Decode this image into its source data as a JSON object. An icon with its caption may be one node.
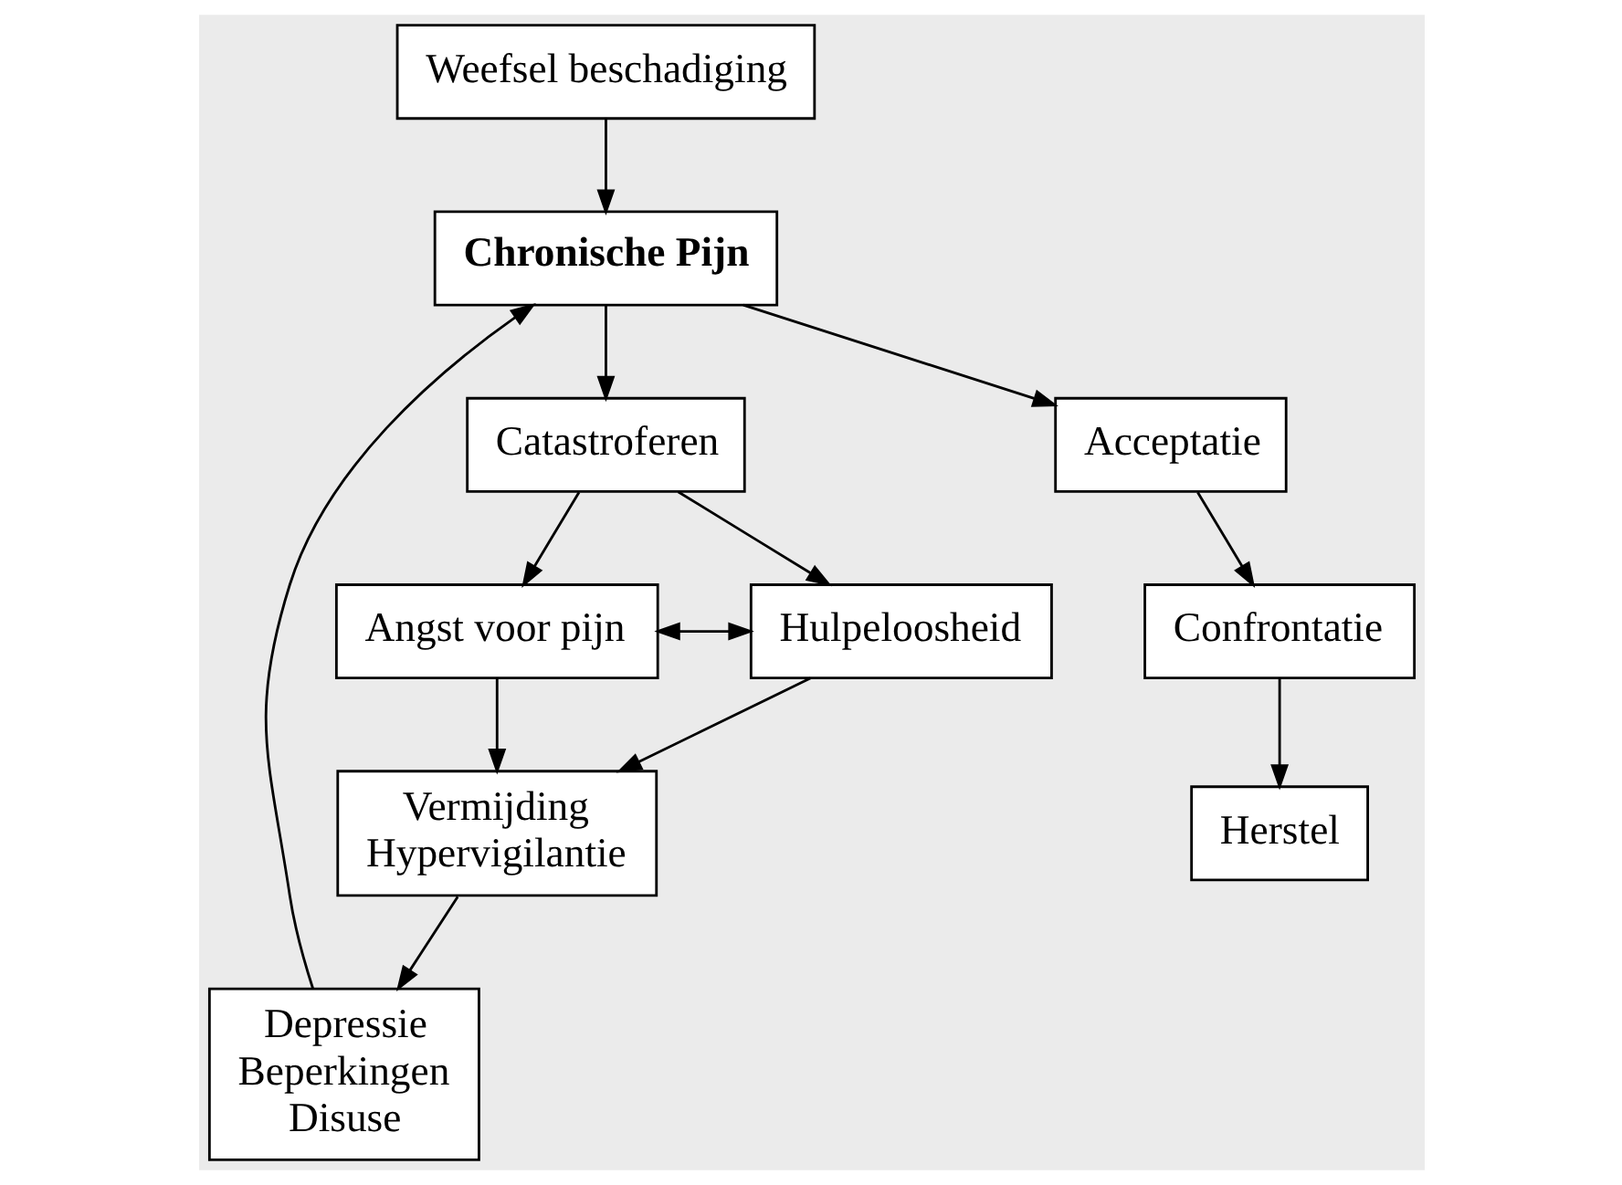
{
  "diagram": {
    "nodes": [
      {
        "text": [
          "Weefsel beschadiging"
        ]
      },
      {
        "text": [
          "Depressie",
          "Beperkingen",
          "Disuse"
        ]
      },
      {
        "text": [
          "Vermijding",
          "Hypervigilantie"
        ]
      },
      {
        "text": [
          "Chronische Pijn"
        ]
      },
      {
        "text": [
          "Herstel"
        ]
      },
      {
        "text": [
          "Angst voor pijn"
        ]
      },
      {
        "text": [
          "Hulpeloosheid"
        ]
      },
      {
        "text": [
          "Confrontatie"
        ]
      },
      {
        "text": [
          "Catastroferen"
        ]
      },
      {
        "text": [
          "Acceptatie"
        ]
      }
    ],
    "edges": [
      {
        "from": 0,
        "to": 3,
        "arrow": "to"
      },
      {
        "from": 1,
        "to": 3,
        "arrow": "to"
      },
      {
        "from": 3,
        "to": 8,
        "arrow": "to"
      },
      {
        "from": 3,
        "to": 9,
        "arrow": "to"
      },
      {
        "from": 9,
        "to": 7,
        "arrow": "to"
      },
      {
        "from": 7,
        "to": 4,
        "arrow": "to"
      },
      {
        "from": 8,
        "to": 5,
        "arrow": "to"
      },
      {
        "from": 8,
        "to": 6,
        "arrow": "to"
      },
      {
        "from": 5,
        "to": 6,
        "arrow": "both"
      },
      {
        "from": 5,
        "to": 2,
        "arrow": "to"
      },
      {
        "from": 6,
        "to": 2,
        "arrow": "to"
      },
      {
        "from": 2,
        "to": 1,
        "arrow": "to"
      }
    ]
  }
}
